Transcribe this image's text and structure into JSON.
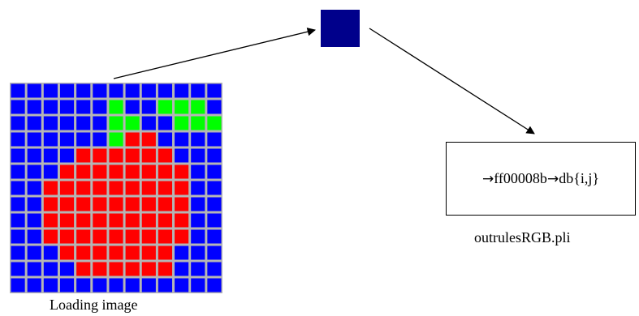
{
  "colors": {
    "blue": "#0000ff",
    "red": "#ff0000",
    "green": "#00ff00",
    "grid": "#b5b5b5",
    "pixel": "#00008b"
  },
  "pixel_grid": {
    "rows": [
      "BBBBBBBBBBBBB",
      "BBBBBBGBBGGGB",
      "BBBBBBGGBBGGG",
      "BBBBBBGRRBBBB",
      "BBBBRRRRRRBBB",
      "BBBRRRRRRRRBB",
      "BBRRRRRRRRRBB",
      "BBRRRRRRRRRBB",
      "BBRRRRRRRRRBB",
      "BBRRRRRRRRRBB",
      "BBBRRRRRRRBBB",
      "BBBBRRRRRRBBB",
      "BBBBBBBBBBBBB"
    ]
  },
  "box": {
    "arrow1": "→",
    "value": " ff00008b ",
    "arrow2": "→",
    "target": "db{i,j}"
  },
  "captions": {
    "left": "Loading image",
    "right": "outrulesRGB.pli"
  }
}
